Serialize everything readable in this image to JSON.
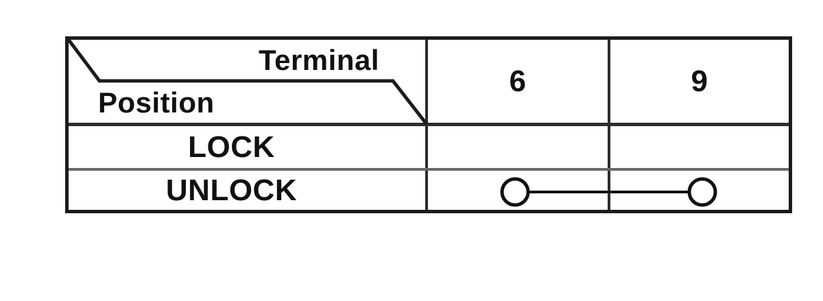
{
  "diagram": {
    "type": "terminal-continuity-table",
    "header": {
      "terminal_label": "Terminal",
      "position_label": "Position"
    },
    "terminals": [
      "6",
      "9"
    ],
    "rows": [
      {
        "position": "LOCK",
        "continuity": null
      },
      {
        "position": "UNLOCK",
        "continuity": {
          "from": "6",
          "to": "9",
          "symbol": "circle-line-circle"
        }
      }
    ],
    "colors": {
      "line": "#1c1c1c",
      "grid_line": "#2b2b2b",
      "light_row_line": "#6a6a6a",
      "text": "#111111",
      "background": "#ffffff"
    }
  }
}
